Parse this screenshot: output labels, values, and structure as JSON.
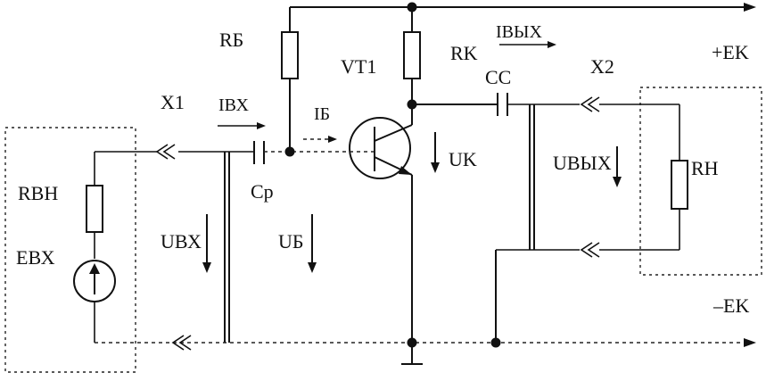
{
  "labels": {
    "r_b": "RБ",
    "vt1": "VT1",
    "r_k": "RK",
    "i_out": "IВЫХ",
    "plus_ek": "+EK",
    "x1": "X1",
    "i_in": "IВХ",
    "i_b": "IБ",
    "c_c": "CC",
    "x2": "X2",
    "r_vn": "RВН",
    "u_k": "UK",
    "u_out": "UВЫХ",
    "r_n": "RН",
    "c_p": "Cp",
    "e_in": "EВХ",
    "u_in": "UВХ",
    "u_b": "UБ",
    "minus_ek": "–EK"
  }
}
